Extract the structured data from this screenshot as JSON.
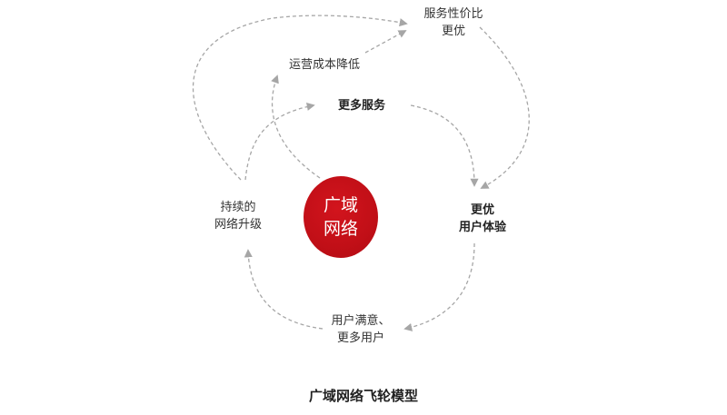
{
  "diagram": {
    "hub": {
      "line1": "广域",
      "line2": "网络",
      "color": "#c8111a"
    },
    "nodes": {
      "cost": {
        "line1": "运营成本降低"
      },
      "value": {
        "line1": "服务性价比",
        "line2": "更优"
      },
      "services": {
        "line1": "更多服务"
      },
      "experience": {
        "line1": "更优",
        "line2": "用户体验"
      },
      "satisfaction": {
        "line1": "用户满意、",
        "line2": "更多用户"
      },
      "upgrade": {
        "line1": "持续的",
        "line2": "网络升级"
      }
    },
    "arrow_color": "#a6a6a6",
    "title": "广域网络飞轮模型"
  }
}
